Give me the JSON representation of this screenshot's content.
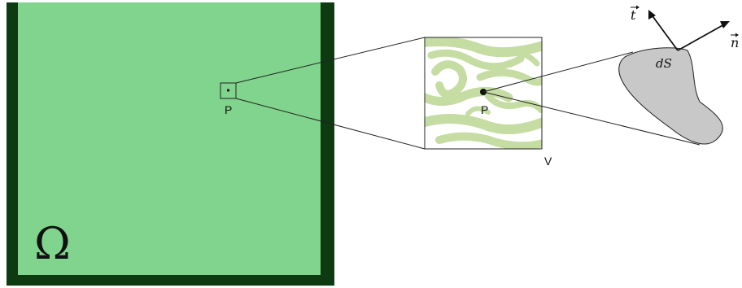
{
  "labels": {
    "domain_symbol": "Ω",
    "point_main": "P",
    "point_zoom": "P",
    "volume": "V",
    "surface_element": "dS",
    "tangent_vector": "t",
    "normal_vector": "n"
  },
  "colors": {
    "domain_fill": "#80d48d",
    "domain_border": "#0d3a10",
    "microstructure": "#c5dca3",
    "surface_patch": "#c8c8c8",
    "line": "#222222"
  }
}
